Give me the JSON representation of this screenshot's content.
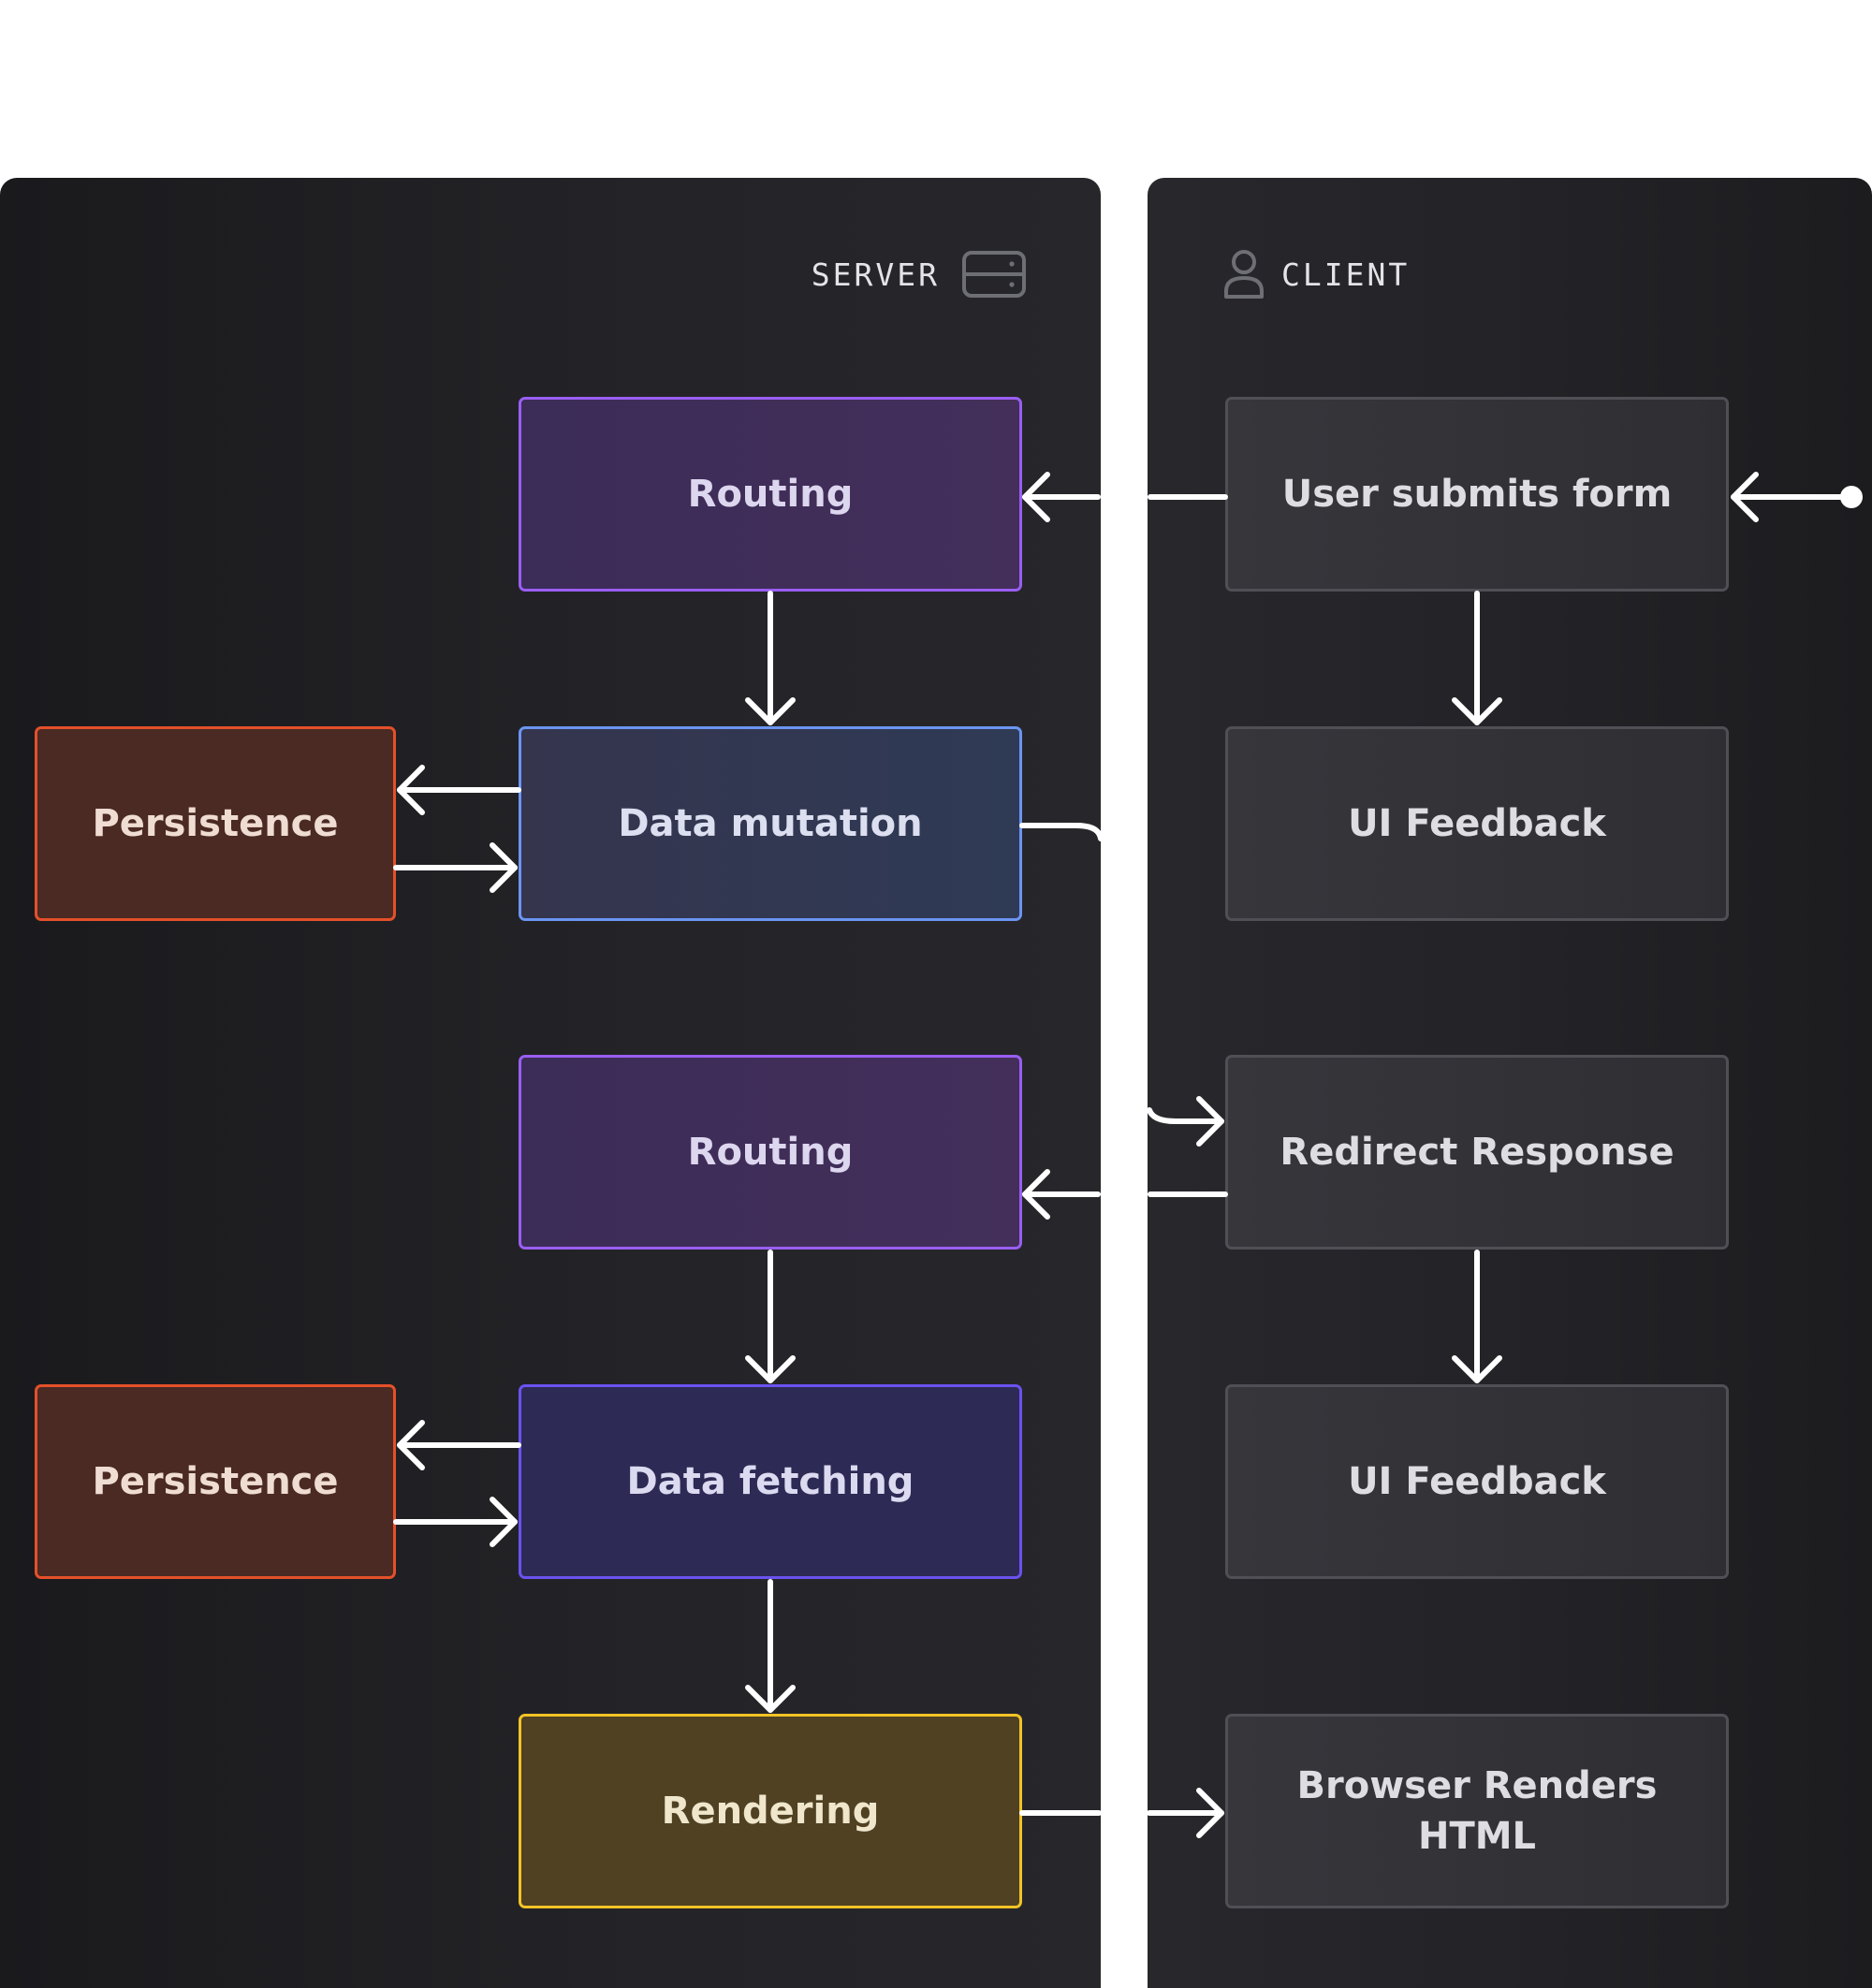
{
  "lanes": {
    "server": {
      "label": "SERVER",
      "icon": "server-icon"
    },
    "client": {
      "label": "CLIENT",
      "icon": "user-icon"
    }
  },
  "server_nodes": {
    "routing_1": "Routing",
    "data_mutation": "Data mutation",
    "persistence_1": "Persistence",
    "routing_2": "Routing",
    "data_fetching": "Data fetching",
    "persistence_2": "Persistence",
    "rendering": "Rendering"
  },
  "client_nodes": {
    "user_submits_form": "User submits form",
    "ui_feedback_1": "UI Feedback",
    "redirect_response": "Redirect Response",
    "ui_feedback_2": "UI Feedback",
    "browser_renders_html": "Browser Renders HTML"
  },
  "colors": {
    "routing_border": "#9a5ef2",
    "mutation_border": "#6b95f2",
    "fetching_border": "#6a52f0",
    "persistence_border": "#e4502a",
    "rendering_border": "#f2c326",
    "client_border": "#4f4f55",
    "arrow": "#ffffff"
  }
}
